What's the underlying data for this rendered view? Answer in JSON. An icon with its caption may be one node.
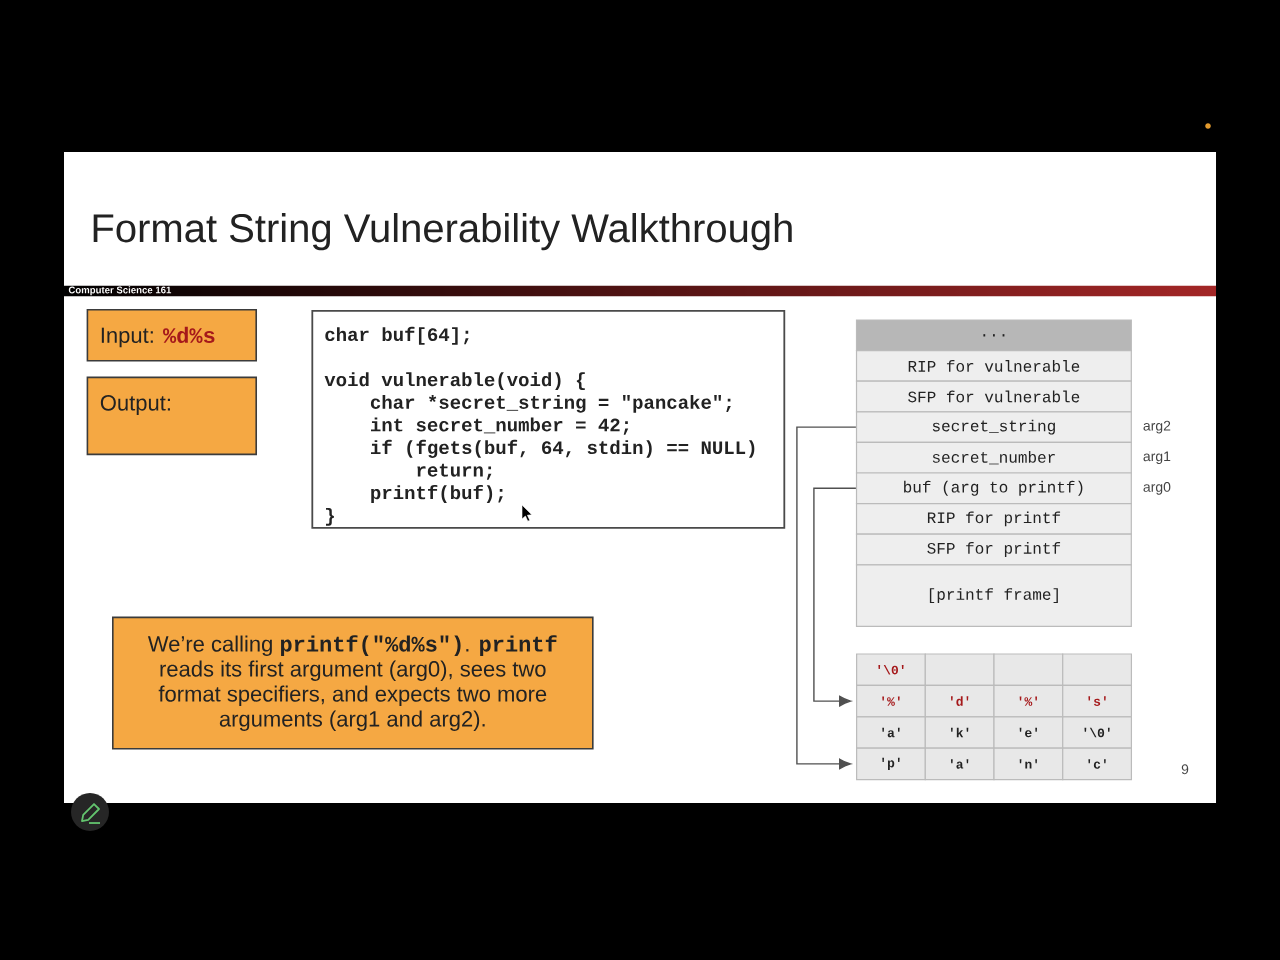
{
  "diagram": {
    "title": "Format String Vulnerability Walkthrough",
    "nodes": [
      {
        "text": [
          "Input: **%d%s**"
        ]
      },
      {
        "text": [
          "Output:"
        ]
      },
      {
        "text": [
          "char buf[64];",
          "void vulnerable(void) {",
          "char *secret_string = \"pancake\";",
          "int secret_number = 42;",
          "if (fgets(buf, 64, stdin) == NULL)",
          "return;",
          "printf(buf);",
          "}"
        ]
      },
      {
        "text": [
          "We’re calling **printf(\"%d%s\")**. **printf** reads its first argument (arg0), sees two format specifiers, and expects two more arguments (arg1 and arg2)."
        ]
      },
      {
        "text": [
          "..."
        ]
      },
      {
        "text": [
          "RIP for vulnerable"
        ]
      },
      {
        "text": [
          "SFP for vulnerable"
        ]
      },
      {
        "text": [
          "secret_string"
        ],
        "beside": [
          "arg2"
        ]
      },
      {
        "text": [
          "secret_number"
        ],
        "beside": [
          "arg1"
        ]
      },
      {
        "text": [
          "buf (arg to printf)"
        ],
        "beside": [
          "arg0"
        ]
      },
      {
        "text": [
          "RIP for printf"
        ]
      },
      {
        "text": [
          "SFP for printf"
        ]
      },
      {
        "text": [
          "[printf frame]"
        ]
      },
      {
        "text": [
          "'\\0'"
        ]
      },
      {
        "text": [],
        "shape": "box"
      },
      {
        "text": [],
        "shape": "box"
      },
      {
        "text": [],
        "shape": "box"
      },
      {
        "text": [
          "'%'"
        ]
      },
      {
        "text": [
          "'d'"
        ]
      },
      {
        "text": [
          "'%'"
        ]
      },
      {
        "text": [
          "'s'"
        ]
      },
      {
        "text": [
          "'a'"
        ]
      },
      {
        "text": [
          "'k'"
        ]
      },
      {
        "text": [
          "'e'"
        ]
      },
      {
        "text": [
          "'\\0'"
        ]
      },
      {
        "text": [
          "'p'"
        ]
      },
      {
        "text": [
          "'a'"
        ]
      },
      {
        "text": [
          "'n'"
        ]
      },
      {
        "text": [
          "'c'"
        ]
      }
    ],
    "edges": [
      {
        "from": 7,
        "to": 25,
        "arrow": "to"
      },
      {
        "from": 9,
        "to": 17,
        "arrow": "to"
      }
    ],
    "labels": [
      "Computer Science 161",
      "9"
    ]
  }
}
